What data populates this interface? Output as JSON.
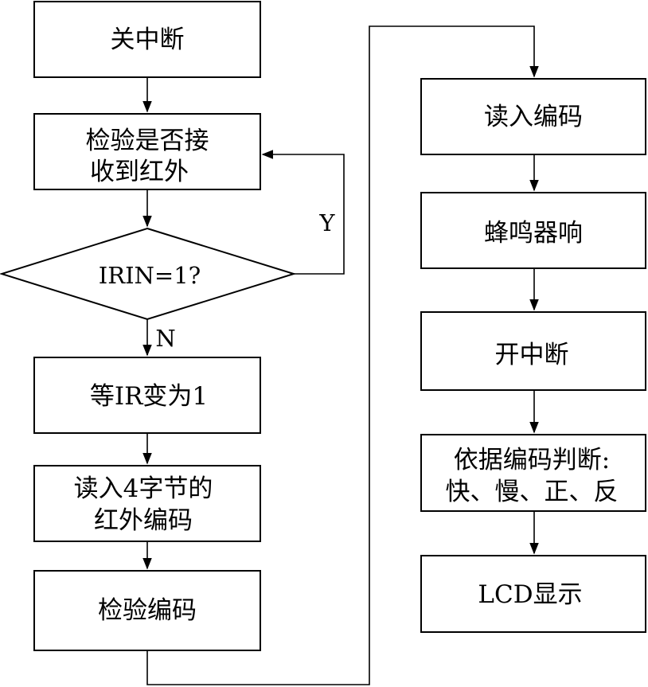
{
  "nodes": {
    "disable_interrupt": "关中断",
    "check_ir_line1": "检验是否接",
    "check_ir_line2": "收到红外",
    "decision": "IRIN=1?",
    "wait_ir": "等IR变为1",
    "read_4bytes_line1": "读入4字节的",
    "read_4bytes_line2": "红外编码",
    "verify_code": "检验编码",
    "read_code": "读入编码",
    "buzzer": "蜂鸣器响",
    "enable_interrupt": "开中断",
    "judge_line1": "依据编码判断:",
    "judge_line2": "快、慢、正、反",
    "lcd_display": "LCD显示"
  },
  "edges": {
    "yes_label": "Y",
    "no_label": "N"
  }
}
